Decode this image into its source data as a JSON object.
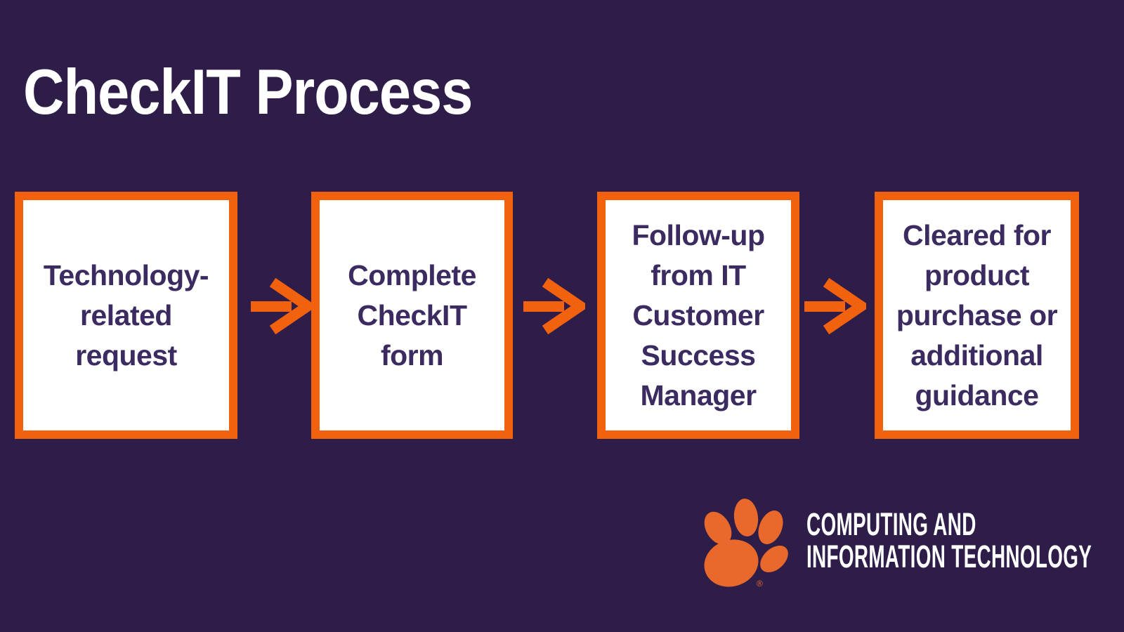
{
  "slide": {
    "title": "CheckIT Process"
  },
  "colors": {
    "background": "#2E1C49",
    "accent_orange": "#F2610D",
    "box_background": "#FFFFFF",
    "box_text": "#3B2B61",
    "title_text": "#FFFFFF",
    "paw_orange": "#E8692B"
  },
  "process": {
    "steps": [
      {
        "label": "Technology-\nrelated\nrequest"
      },
      {
        "label": "Complete\nCheckIT\nform"
      },
      {
        "label": "Follow-up\nfrom IT\nCustomer\nSuccess\nManager"
      },
      {
        "label": "Cleared for\nproduct\npurchase or\nadditional\nguidance"
      }
    ]
  },
  "footer": {
    "org_name_line1": "COMPUTING AND",
    "org_name_line2": "INFORMATION TECHNOLOGY",
    "trademark_symbol": "®"
  }
}
